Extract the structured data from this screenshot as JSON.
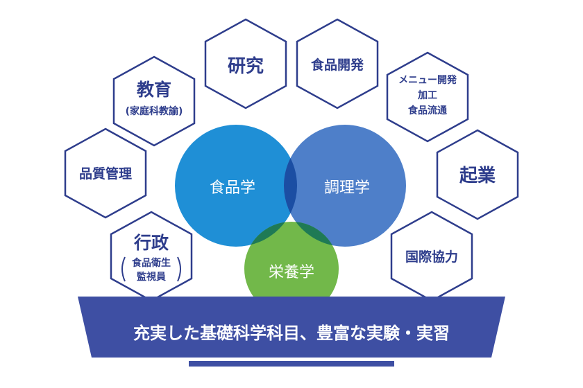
{
  "colors": {
    "hex_stroke": "#2e3d8c",
    "text": "#2e3d8c",
    "circle_food": "#1f8fd6",
    "circle_cooking": "#4e7fc9",
    "circle_nutrition": "#72b84a",
    "overlap_food_cooking": "#1b4ea3",
    "overlap_nutrition": "#1f7a55",
    "banner": "#3e4fa3"
  },
  "circles": {
    "food": "食品学",
    "cooking": "調理学",
    "nutrition": "栄養学"
  },
  "careers": {
    "kenkyu": {
      "line1": "研究"
    },
    "shokuhin_kaihatsu": {
      "line1": "食品開発"
    },
    "kyoiku": {
      "line1": "教育",
      "line2": "(家庭科教諭)"
    },
    "menu": {
      "line1": "メニュー開発",
      "line2": "加工",
      "line3": "食品流通"
    },
    "hinshitsu": {
      "line1": "品質管理"
    },
    "kigyo": {
      "line1": "起業"
    },
    "gyosei": {
      "line1": "行政",
      "line2": "食品衛生",
      "line3": "監視員"
    },
    "kokusai": {
      "line1": "国際協力"
    }
  },
  "banner": {
    "text": "充実した基礎科学科目、豊富な実験・実習"
  }
}
